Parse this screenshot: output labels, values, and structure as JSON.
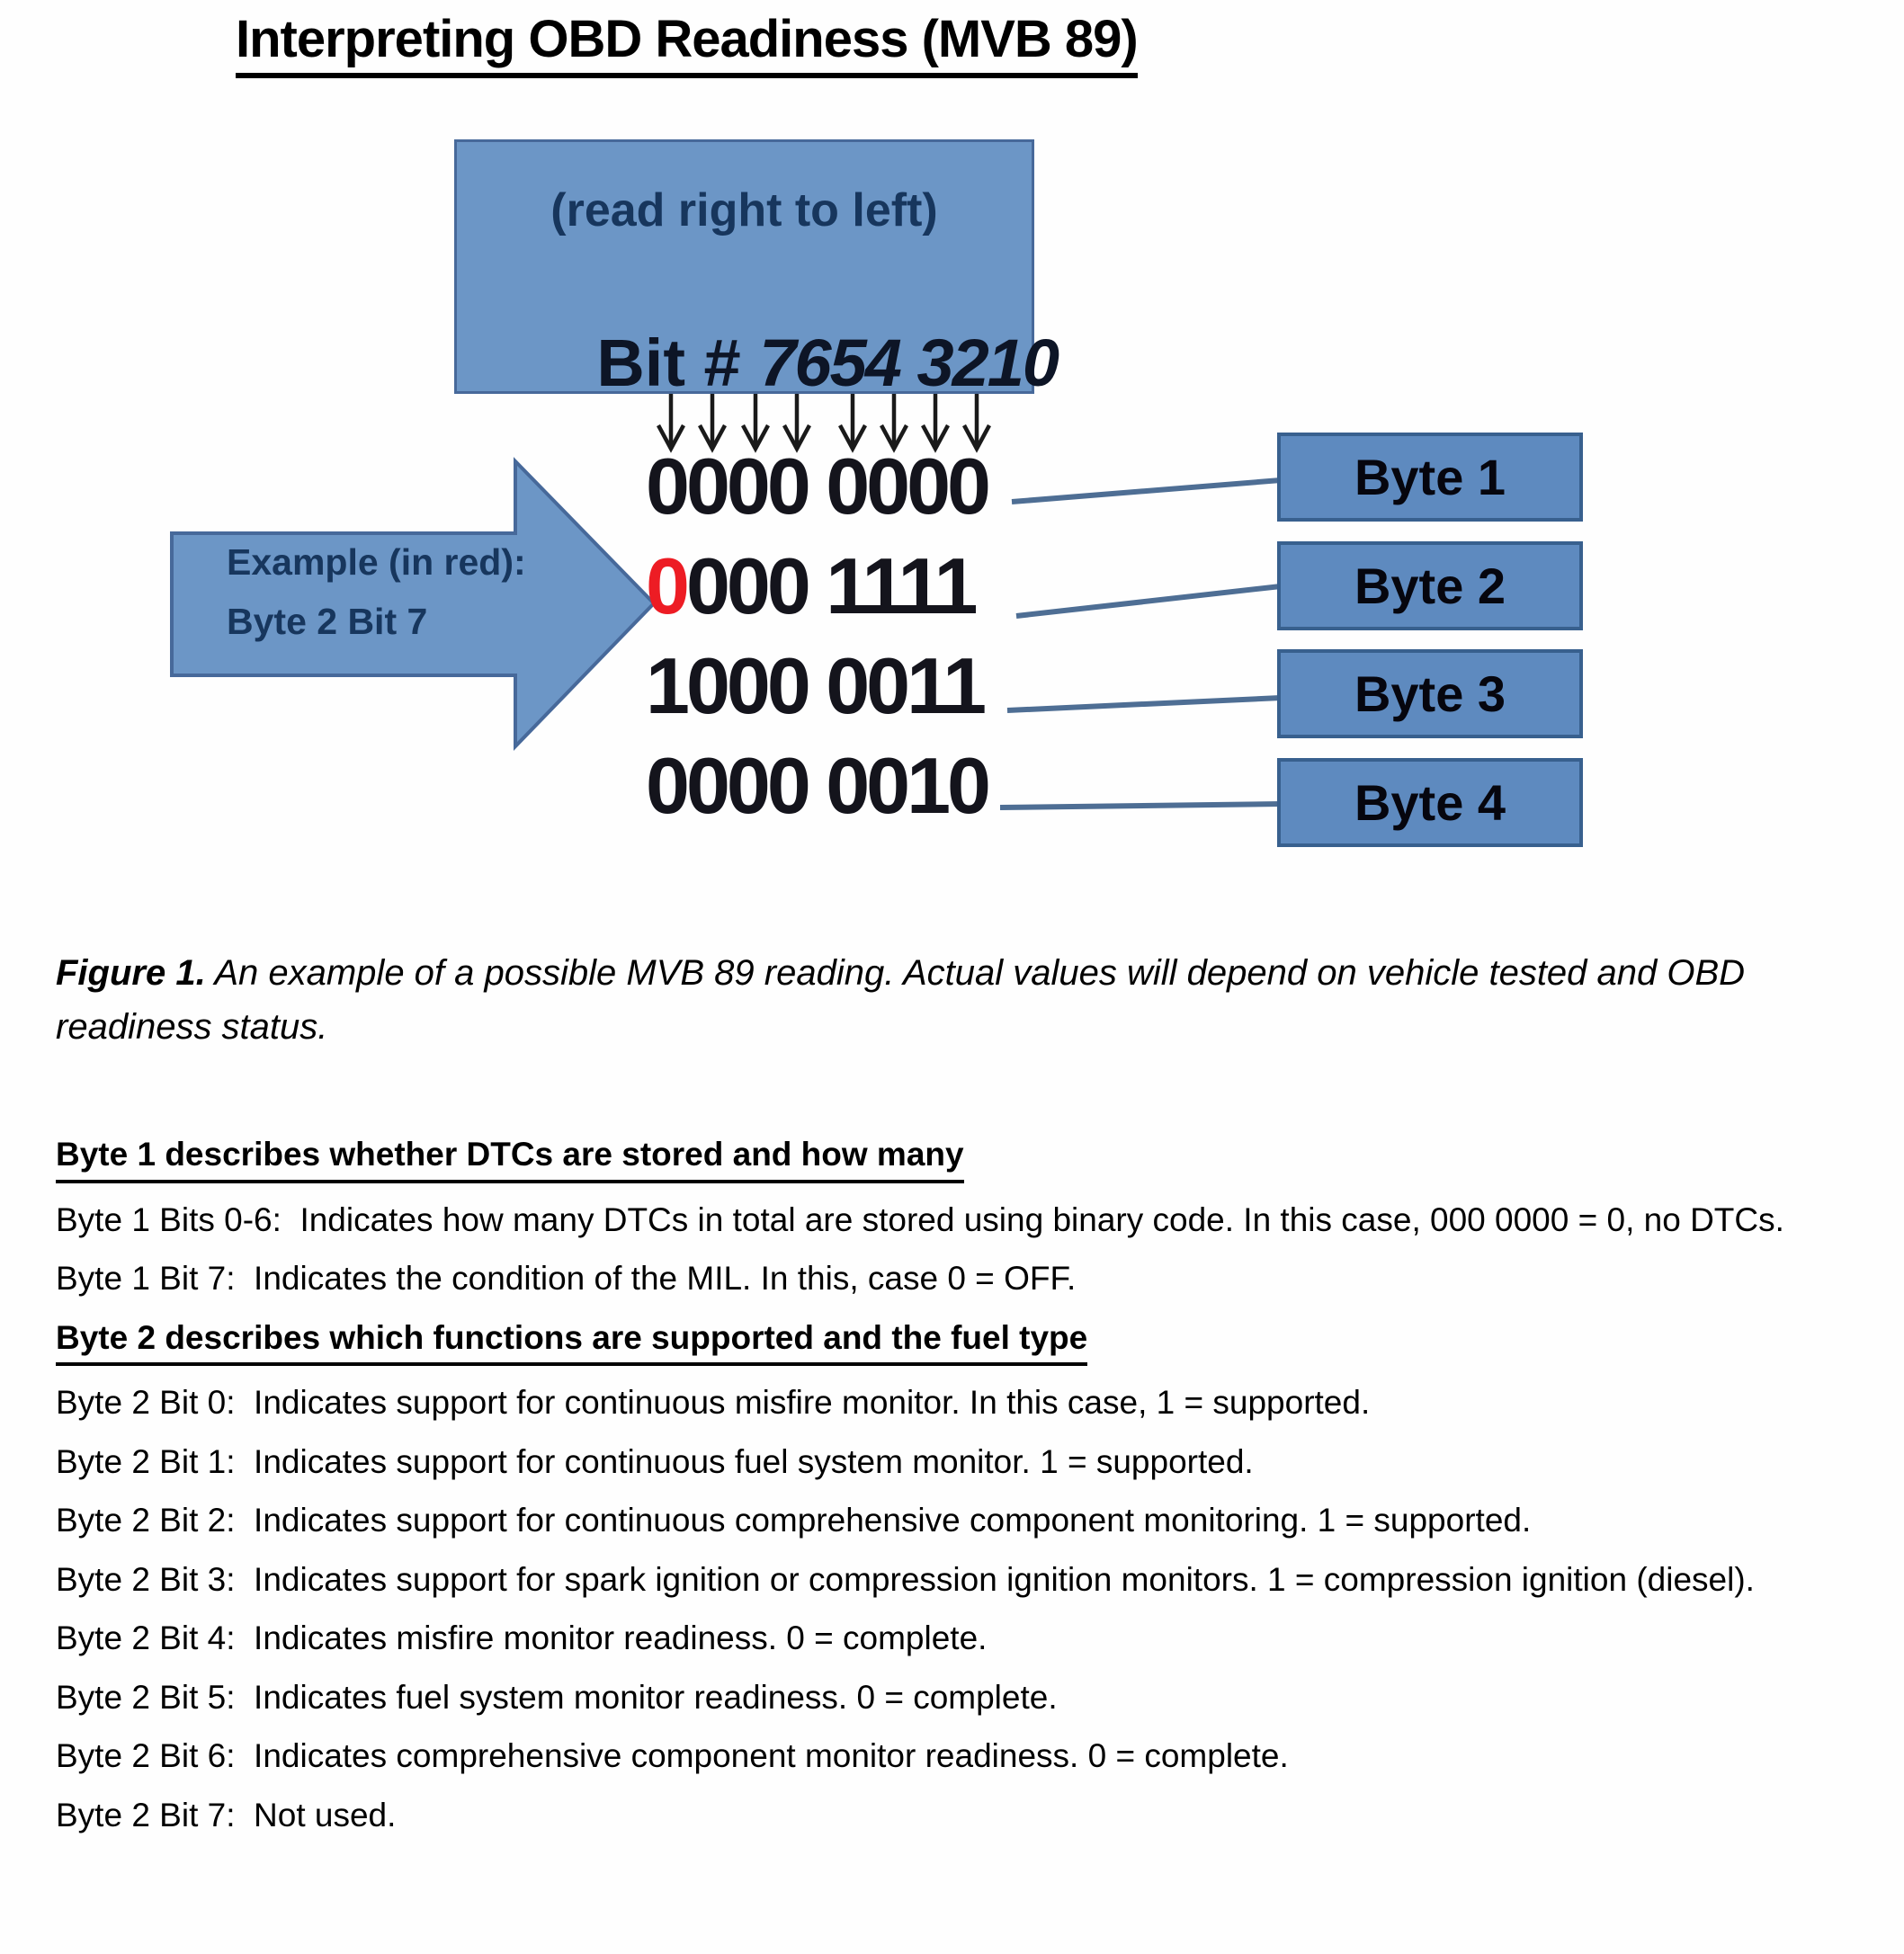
{
  "title": "Interpreting OBD Readiness (MVB 89)",
  "diagram": {
    "bit_box": {
      "note": "(read right to left)",
      "label": "Bit # ",
      "numbers": "7654 3210"
    },
    "example_arrow": {
      "line1": "Example (in red):",
      "line2": "Byte 2 Bit 7"
    },
    "rows": [
      {
        "red_bits": "",
        "black_bits": "0000 0000",
        "byte_label": "Byte 1"
      },
      {
        "red_bits": "0",
        "black_bits": "000 1111",
        "byte_label": "Byte 2"
      },
      {
        "red_bits": "",
        "black_bits": "1000 0011",
        "byte_label": "Byte 3"
      },
      {
        "red_bits": "",
        "black_bits": "0000 0010",
        "byte_label": "Byte 4"
      }
    ],
    "colors": {
      "box_fill": "#6C96C6",
      "box_border": "#47699A",
      "byte_fill": "#5E8ABF",
      "byte_border": "#38608E",
      "red_bit": "#ED1C24",
      "navy_text": "#17365D",
      "connector": "#4E6E94"
    }
  },
  "caption": {
    "label": "Figure 1.",
    "text": " An example of a possible MVB 89 reading. Actual values will depend on vehicle tested and OBD readiness status."
  },
  "sections": [
    {
      "style": "heading",
      "text": "Byte 1 describes whether DTCs are stored and how many"
    },
    {
      "style": "para",
      "text": "Byte 1 Bits 0-6:  Indicates how many DTCs in total are stored using binary code. In this case, 000 0000 = 0, no DTCs."
    },
    {
      "style": "para",
      "text": "Byte 1 Bit 7:  Indicates the condition of the MIL. In this, case 0 = OFF."
    },
    {
      "style": "heading",
      "text": "Byte 2 describes which functions are supported and the fuel type"
    },
    {
      "style": "para",
      "text": "Byte 2 Bit 0:  Indicates support for continuous misfire monitor. In this case, 1 = supported."
    },
    {
      "style": "para",
      "text": "Byte 2 Bit 1:  Indicates support for continuous fuel system monitor. 1 = supported."
    },
    {
      "style": "para",
      "text": "Byte 2 Bit 2:  Indicates support for continuous comprehensive component monitoring. 1 = supported."
    },
    {
      "style": "para",
      "text": "Byte 2 Bit 3:  Indicates support for spark ignition or compression ignition monitors. 1 = compression ignition (diesel)."
    },
    {
      "style": "para",
      "text": "Byte 2 Bit 4:  Indicates misfire monitor readiness. 0 = complete."
    },
    {
      "style": "para",
      "text": "Byte 2 Bit 5:  Indicates fuel system monitor readiness. 0 = complete."
    },
    {
      "style": "para",
      "text": "Byte 2 Bit 6:  Indicates comprehensive component monitor readiness. 0 = complete."
    },
    {
      "style": "para",
      "text": "Byte 2 Bit 7:  Not used."
    }
  ]
}
